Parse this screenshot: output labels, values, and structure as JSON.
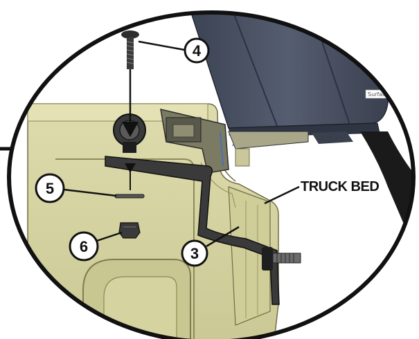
{
  "callouts": [
    {
      "id": "callout-4",
      "label": "4"
    },
    {
      "id": "callout-5",
      "label": "5"
    },
    {
      "id": "callout-6",
      "label": "6"
    },
    {
      "id": "callout-3",
      "label": "3"
    }
  ],
  "labels": {
    "truck_bed": "TRUCK BED",
    "surface_tag": "Surface"
  },
  "colors": {
    "bed_fill": "#d9d7a6",
    "bed_fill_dark": "#bfbd86",
    "bed_outline": "#6f6d45",
    "cover_fill": "#474e5f",
    "cover_dark": "#2e3442",
    "metal": "#2d2d2d",
    "frame_ring": "#111111",
    "seal_black": "#1a1a1a"
  }
}
